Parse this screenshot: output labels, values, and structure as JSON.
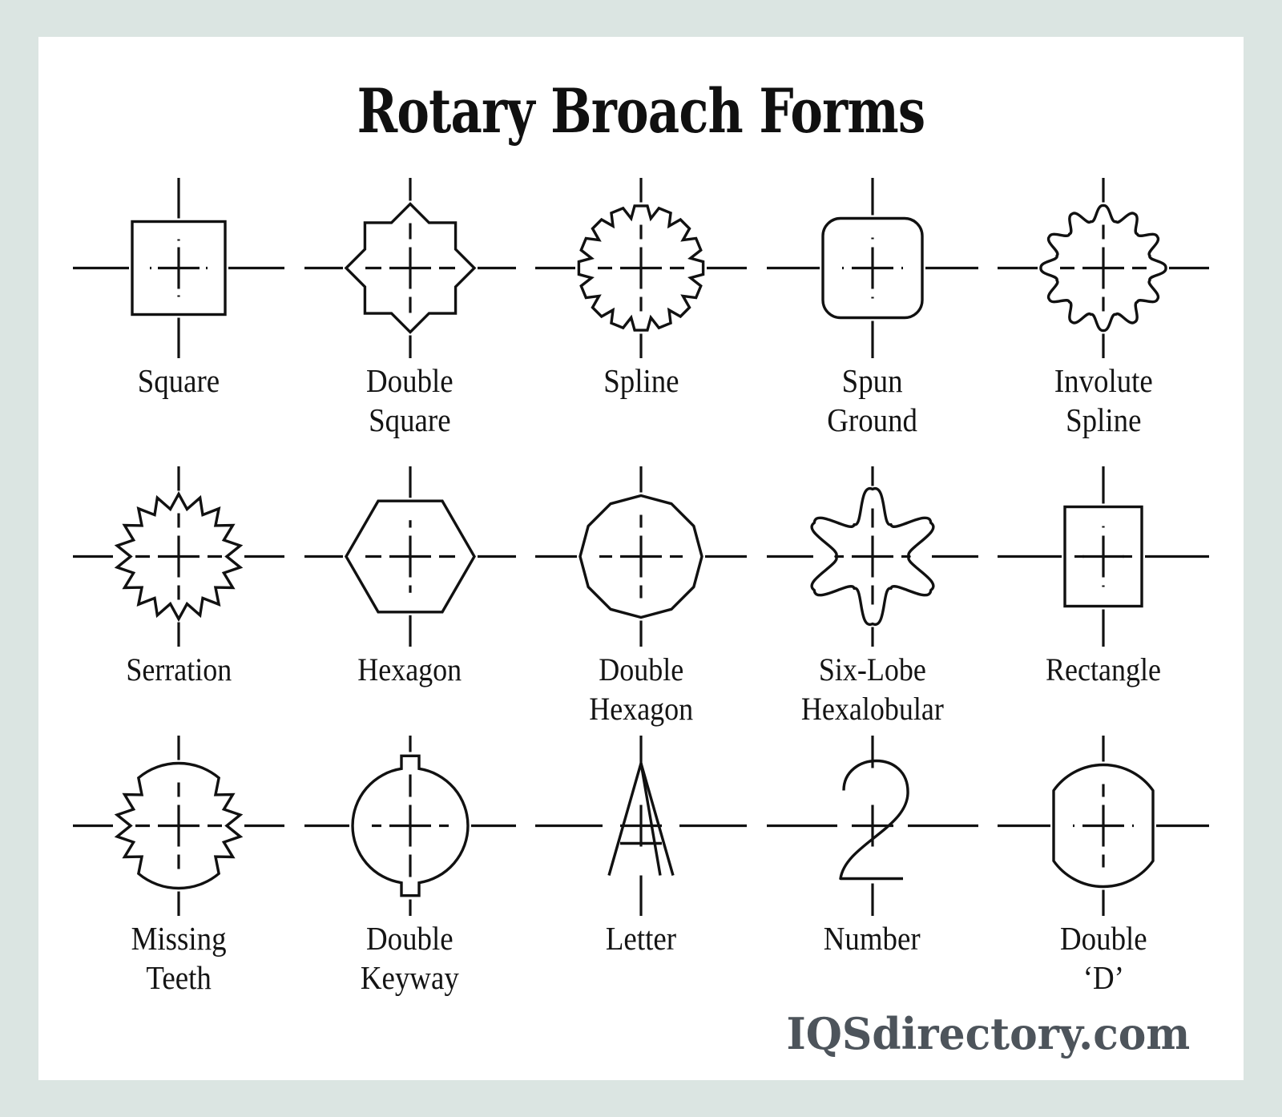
{
  "title": "Rotary Broach Forms",
  "watermark": "IQSdirectory.com",
  "colors": {
    "border": "#dbe5e2",
    "panel": "#ffffff",
    "ink": "#101010",
    "watermark": "#4d545b"
  },
  "rows": [
    {
      "cells": [
        {
          "label": "Square",
          "shape": "square"
        },
        {
          "label": "Double\nSquare",
          "shape": "double-square"
        },
        {
          "label": "Spline",
          "shape": "spline"
        },
        {
          "label": "Spun\nGround",
          "shape": "spun-ground"
        },
        {
          "label": "Involute\nSpline",
          "shape": "involute-spline"
        }
      ]
    },
    {
      "cells": [
        {
          "label": "Serration",
          "shape": "serration"
        },
        {
          "label": "Hexagon",
          "shape": "hexagon"
        },
        {
          "label": "Double\nHexagon",
          "shape": "double-hexagon"
        },
        {
          "label": "Six-Lobe\nHexalobular",
          "shape": "six-lobe-hexalobular"
        },
        {
          "label": "Rectangle",
          "shape": "rectangle"
        }
      ]
    },
    {
      "cells": [
        {
          "label": "Missing\nTeeth",
          "shape": "missing-teeth"
        },
        {
          "label": "Double\nKeyway",
          "shape": "double-keyway"
        },
        {
          "label": "Letter",
          "shape": "letter-a"
        },
        {
          "label": "Number",
          "shape": "number-2"
        },
        {
          "label": "Double\n‘D’",
          "shape": "double-d"
        }
      ]
    }
  ]
}
